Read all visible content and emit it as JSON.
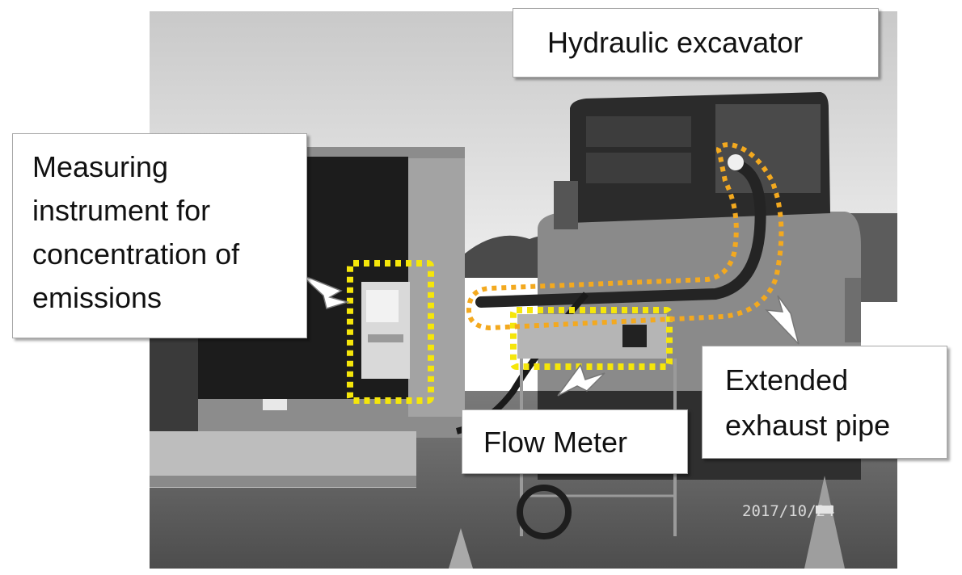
{
  "labels": {
    "excavator": "Hydraulic excavator",
    "measuring_lines": [
      "Measuring",
      "instrument for",
      "concentration of",
      "emissions"
    ],
    "flow_meter": "Flow Meter",
    "exhaust_lines": [
      "Extended",
      "exhaust pipe"
    ]
  },
  "photo": {
    "date_stamp": "2017/10/24",
    "style": "grayscale photograph"
  },
  "colors": {
    "highlight_yellow": "#f5e60a",
    "highlight_orange": "#f3a91f",
    "callout_border": "#a8a8a8",
    "label_text": "#111111"
  }
}
